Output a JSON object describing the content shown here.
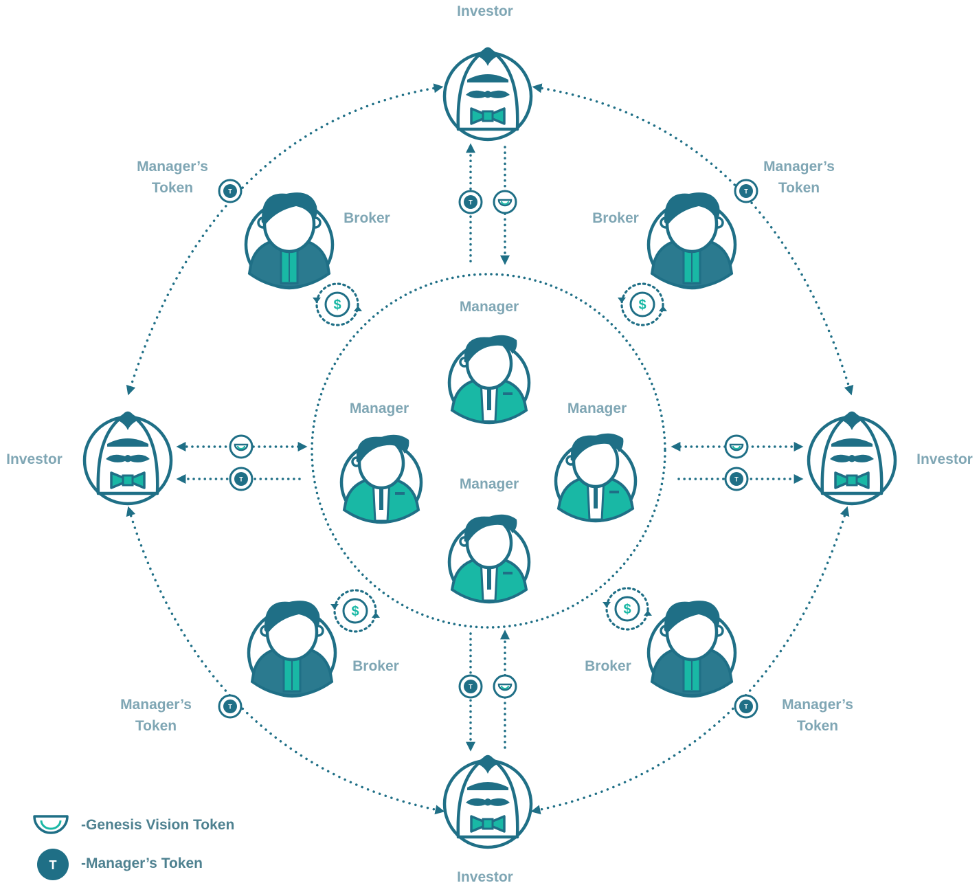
{
  "labels": {
    "investor": "Investor",
    "broker": "Broker",
    "manager": "Manager",
    "managers_token_line1": "Manager’s",
    "managers_token_line2": "Token"
  },
  "legend": {
    "gv_token": "-Genesis Vision Token",
    "manager_token": "-Manager’s Token",
    "token_letter": "T"
  },
  "coin_symbol": "$",
  "colors": {
    "primary": "#1f6f86",
    "teal": "#19b8a5",
    "label": "#7fa6b4",
    "dark_label": "#4e8190",
    "suit": "#2b7a8f"
  },
  "icons": [
    "investor-avatar-icon",
    "broker-avatar-icon",
    "manager-avatar-icon",
    "manager-token-icon",
    "genesis-vision-token-icon",
    "dollar-coin-icon"
  ]
}
